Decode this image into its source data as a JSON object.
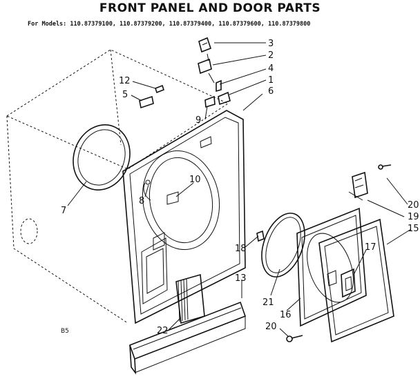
{
  "title": "FRONT PANEL AND DOOR PARTS",
  "subtitle": "For Models: 110.87379100, 110.87379200, 110.87379400, 110.87379600, 110.87379800",
  "diagram_code": "B5",
  "callouts": {
    "c1": "1",
    "c2": "2",
    "c3": "3",
    "c4": "4",
    "c5": "5",
    "c6": "6",
    "c7": "7",
    "c8": "8",
    "c9": "9",
    "c10": "10",
    "c12": "12",
    "c13": "13",
    "c15": "15",
    "c16": "16",
    "c17": "17",
    "c18": "18",
    "c19": "19",
    "c20a": "20",
    "c20b": "20",
    "c21": "21",
    "c22": "22"
  }
}
